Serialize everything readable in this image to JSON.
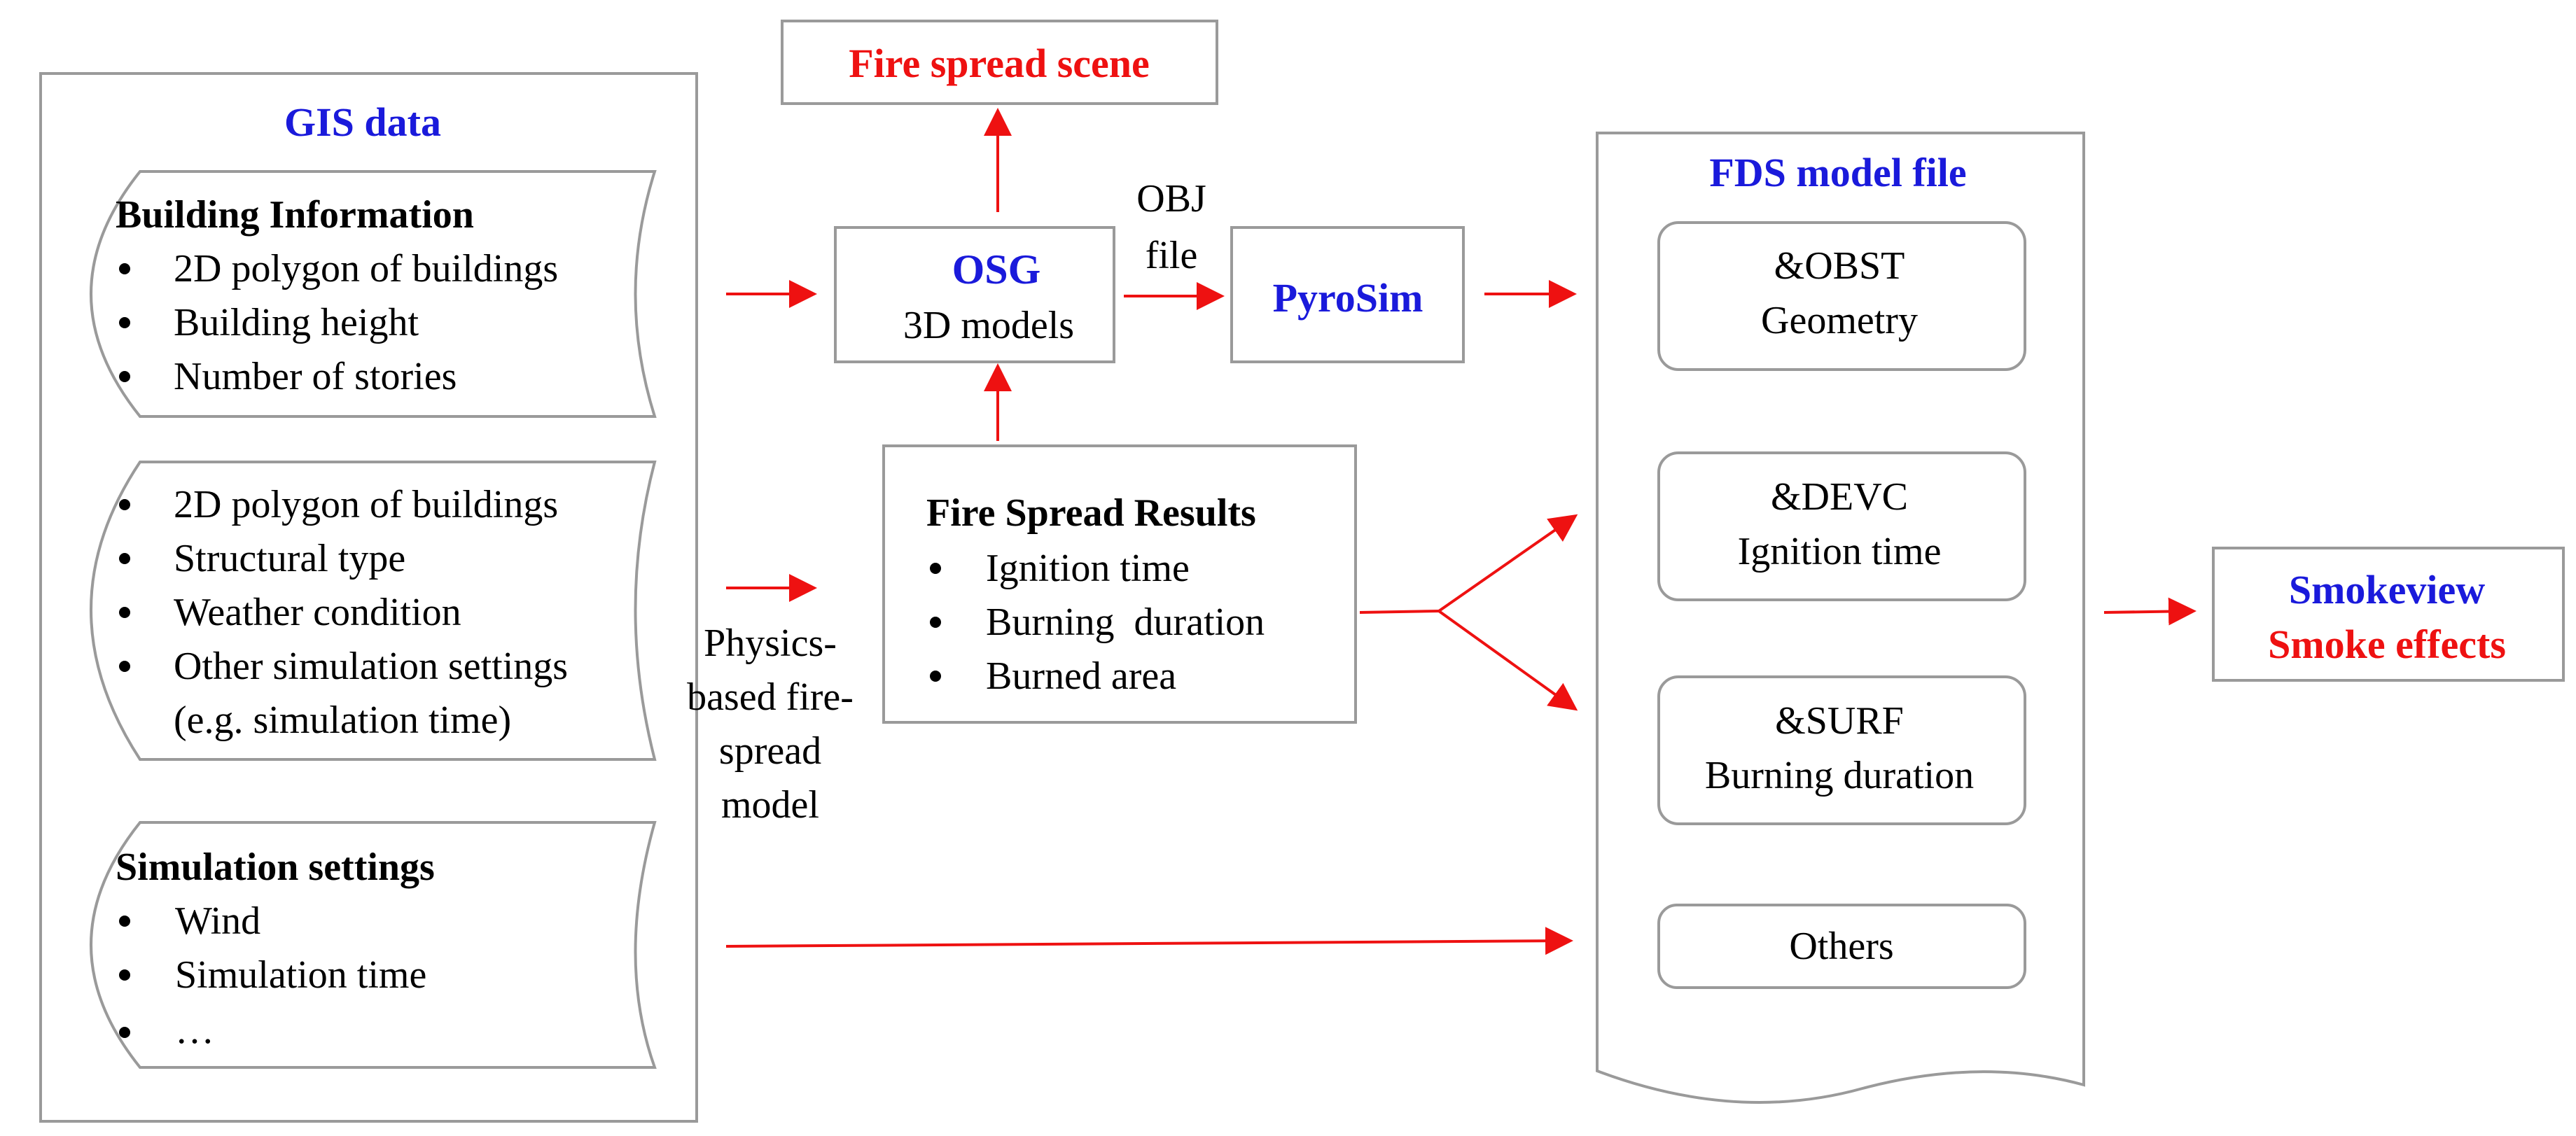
{
  "gis_panel": {
    "title": "GIS data",
    "group1": {
      "heading": "Building Information",
      "items": [
        "2D polygon of buildings",
        "Building height",
        "Number of stories"
      ]
    },
    "group2": {
      "items": [
        "2D polygon of buildings",
        "Structural type",
        "Weather condition",
        "Other simulation settings"
      ],
      "continuation": "(e.g. simulation time)"
    },
    "group3": {
      "heading": "Simulation settings",
      "items": [
        "Wind",
        "Simulation time",
        "…"
      ]
    }
  },
  "physics_label": [
    "Physics-",
    "based fire-",
    "spread",
    "model"
  ],
  "fire_spread_scene": "Fire spread scene",
  "osg": {
    "title": "OSG",
    "subtitle": "3D models"
  },
  "obj_label": [
    "OBJ",
    "file"
  ],
  "pyrosim": "PyroSim",
  "results": {
    "heading": "Fire Spread Results",
    "items": [
      "Ignition time",
      "Burning  duration",
      "Burned area"
    ]
  },
  "fds": {
    "title": "FDS model file",
    "boxes": [
      {
        "line1": "&OBST",
        "line2": "Geometry"
      },
      {
        "line1": "&DEVC",
        "line2": "Ignition time"
      },
      {
        "line1": "&SURF",
        "line2": "Burning duration"
      },
      {
        "line1": "Others",
        "line2": ""
      }
    ]
  },
  "smokeview": {
    "title": "Smokeview",
    "subtitle": "Smoke effects"
  },
  "colors": {
    "blue": "#1a1adb",
    "red": "#ee1111",
    "border": "#9a9a9a"
  }
}
